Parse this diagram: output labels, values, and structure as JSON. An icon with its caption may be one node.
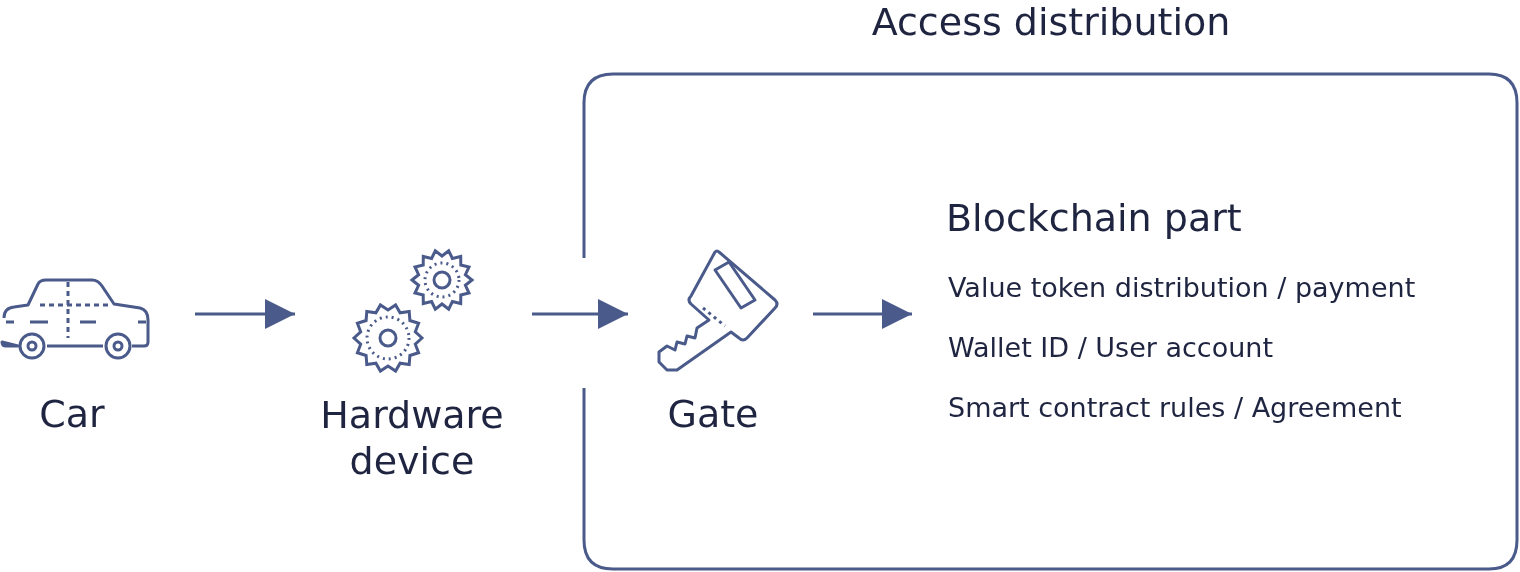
{
  "diagram": {
    "nodes": [
      {
        "text": [
          "Access distribution"
        ]
      },
      {
        "text": [
          "Car"
        ]
      },
      {
        "text": [
          "Hardware device"
        ]
      },
      {
        "text": [
          "Gate"
        ],
        "in": 0
      },
      {
        "text": [
          "Blockchain part",
          "Value token distribution / payment",
          "Wallet ID / User account",
          "Smart contract rules / Agreement"
        ],
        "in": 0
      }
    ],
    "edges": [
      {
        "from": 1,
        "to": 2,
        "arrow": "to"
      },
      {
        "from": 2,
        "to": 3,
        "arrow": "to"
      },
      {
        "from": 3,
        "to": 4,
        "arrow": "to"
      }
    ]
  }
}
